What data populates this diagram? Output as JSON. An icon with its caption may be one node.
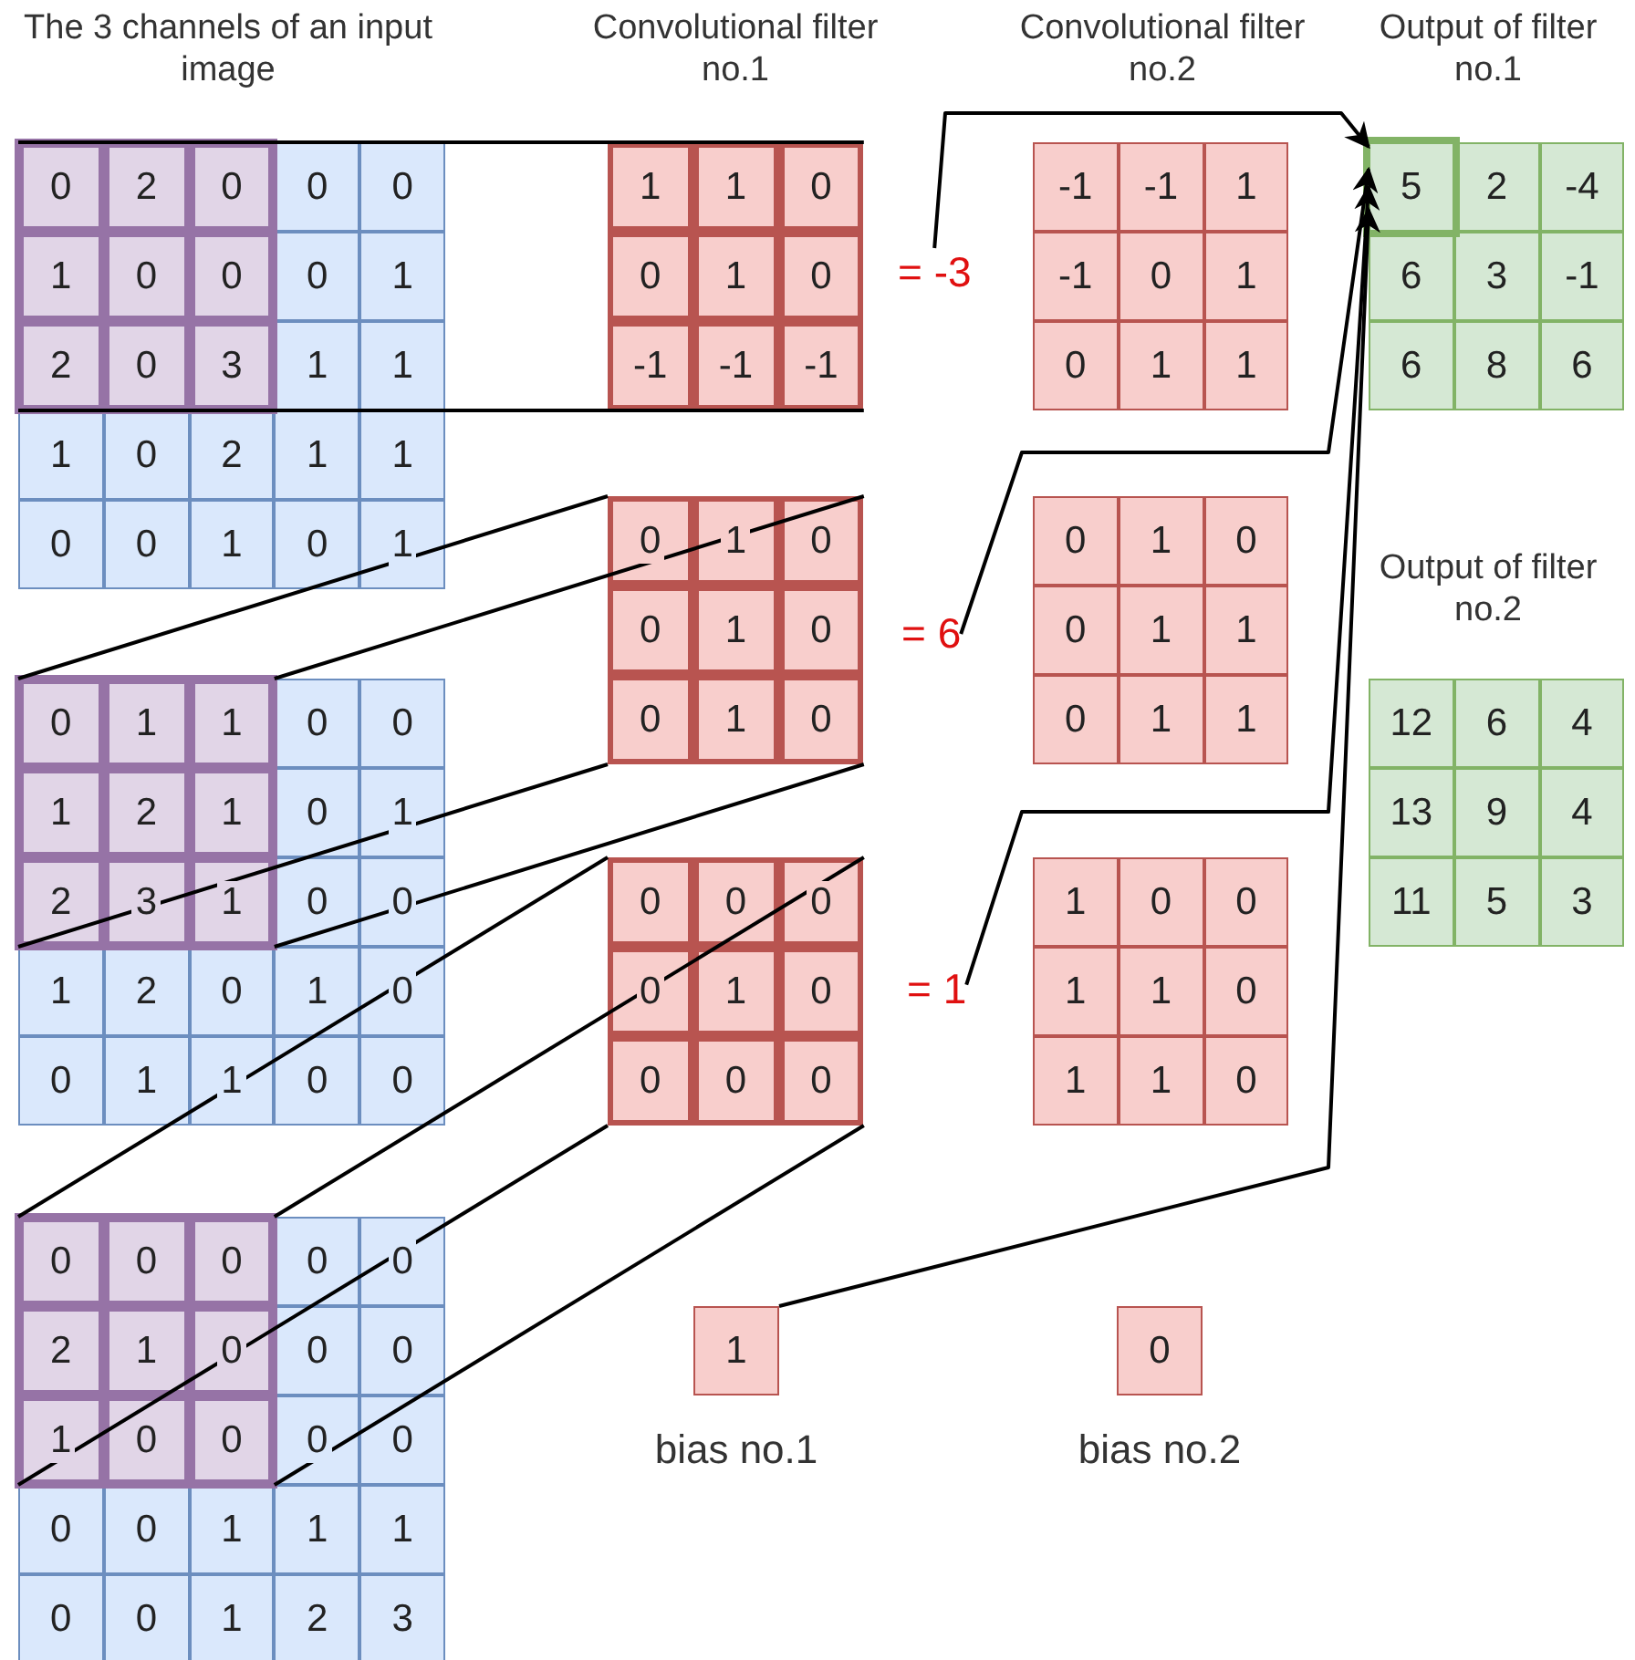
{
  "diagram": {
    "nodes": [
      {
        "text": [
          "0",
          "0",
          "0",
          "1",
          "1",
          "1",
          "1",
          "0",
          "2",
          "1",
          "1",
          "0",
          "0",
          "1",
          "0",
          "1"
        ]
      },
      {
        "text": [
          "0",
          "2",
          "0",
          "1",
          "0",
          "0",
          "2",
          "0",
          "3"
        ],
        "in": 0
      },
      {
        "text": [
          "0",
          "0",
          "0",
          "1",
          "0",
          "0",
          "1",
          "2",
          "0",
          "1",
          "0",
          "0",
          "1",
          "1",
          "0",
          "0"
        ]
      },
      {
        "text": [
          "0",
          "1",
          "1",
          "1",
          "2",
          "1",
          "2",
          "3",
          "1"
        ],
        "in": 2
      },
      {
        "text": [
          "0",
          "0",
          "0",
          "0",
          "0",
          "0",
          "0",
          "0",
          "1",
          "1",
          "1",
          "0",
          "0",
          "1",
          "2",
          "3"
        ]
      },
      {
        "text": [
          "0",
          "0",
          "0",
          "2",
          "1",
          "0",
          "1",
          "0",
          "0"
        ],
        "in": 4
      },
      {
        "text": [
          "1",
          "1",
          "0",
          "0",
          "1",
          "0",
          "-1",
          "-1",
          "-1"
        ]
      },
      {
        "text": [
          "0",
          "1",
          "0",
          "0",
          "1",
          "0",
          "0",
          "1",
          "0"
        ]
      },
      {
        "text": [
          "0",
          "0",
          "0",
          "0",
          "1",
          "0",
          "0",
          "0",
          "0"
        ]
      },
      {
        "text": [
          "-1",
          "-1",
          "1",
          "-1",
          "0",
          "1",
          "0",
          "1",
          "1"
        ]
      },
      {
        "text": [
          "0",
          "1",
          "0",
          "0",
          "1",
          "1",
          "0",
          "1",
          "1"
        ]
      },
      {
        "text": [
          "1",
          "0",
          "0",
          "1",
          "1",
          "0",
          "1",
          "1",
          "0"
        ]
      },
      {
        "text": [
          "= -3"
        ]
      },
      {
        "text": [
          "= 6"
        ]
      },
      {
        "text": [
          "= 1"
        ]
      },
      {
        "text": [
          "1"
        ],
        "beside": [
          "bias no.1"
        ]
      },
      {
        "text": [
          "0"
        ],
        "beside": [
          "bias no.2"
        ]
      },
      {
        "text": [
          "2",
          "-4",
          "6",
          "3",
          "-1",
          "6",
          "8",
          "6"
        ]
      },
      {
        "text": [
          "5"
        ],
        "in": 17
      },
      {
        "text": [
          "12",
          "6",
          "4",
          "13",
          "9",
          "4",
          "11",
          "5",
          "3"
        ]
      }
    ],
    "edges": [
      {
        "from": 1,
        "to": 6,
        "arrow": "none"
      },
      {
        "from": 1,
        "to": 6,
        "arrow": "none"
      },
      {
        "from": 3,
        "to": 7,
        "arrow": "none"
      },
      {
        "from": 3,
        "to": 7,
        "arrow": "none"
      },
      {
        "from": 3,
        "to": 7,
        "arrow": "none"
      },
      {
        "from": 3,
        "to": 7,
        "arrow": "none"
      },
      {
        "from": 5,
        "to": 8,
        "arrow": "none"
      },
      {
        "from": 5,
        "to": 8,
        "arrow": "none"
      },
      {
        "from": 5,
        "to": 8,
        "arrow": "none"
      },
      {
        "from": 5,
        "to": 8,
        "arrow": "none"
      },
      {
        "from": 12,
        "to": 18,
        "arrow": "to"
      },
      {
        "from": 13,
        "to": 18,
        "arrow": "to"
      },
      {
        "from": 14,
        "to": 18,
        "arrow": "to"
      },
      {
        "from": 15,
        "to": 18,
        "arrow": "to"
      }
    ],
    "labels": [
      "The 3 channels of an input image",
      "Convolutional filter no.1",
      "Convolutional filter no.2",
      "Output of filter no.1",
      "Output of filter no.2"
    ]
  }
}
